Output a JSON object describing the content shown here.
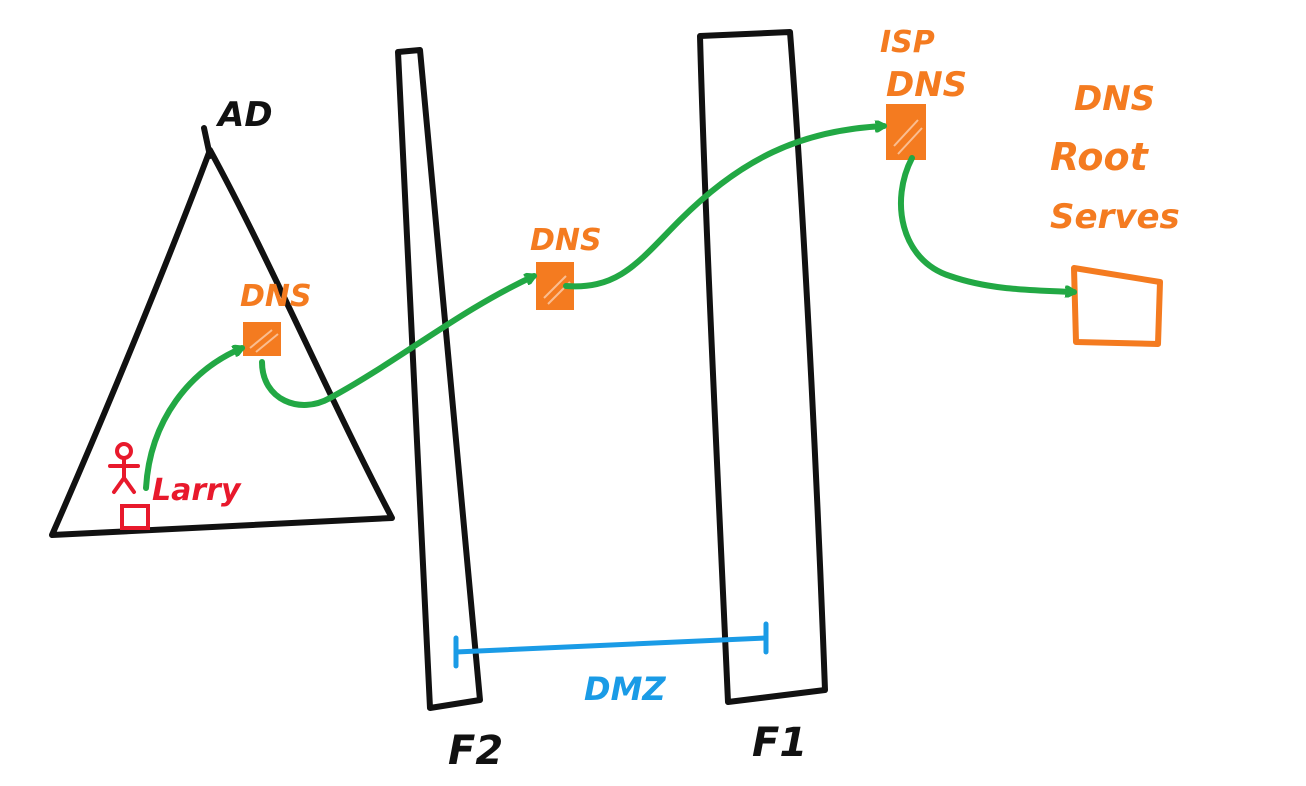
{
  "colors": {
    "ink": "#111111",
    "dns": "#F47B20",
    "user": "#E8192C",
    "arrow": "#22A844",
    "dmz": "#1A9BE6"
  },
  "labels": {
    "ad": "AD",
    "user": "Larry",
    "internal_dns": "DNS",
    "dmz_dns": "DNS",
    "isp_dns_line1": "ISP",
    "isp_dns_line2": "DNS",
    "root_line1": "DNS",
    "root_line2": "Root",
    "root_line3": "Serves",
    "dmz": "DMZ",
    "firewall_inner": "F2",
    "firewall_outer": "F1"
  }
}
